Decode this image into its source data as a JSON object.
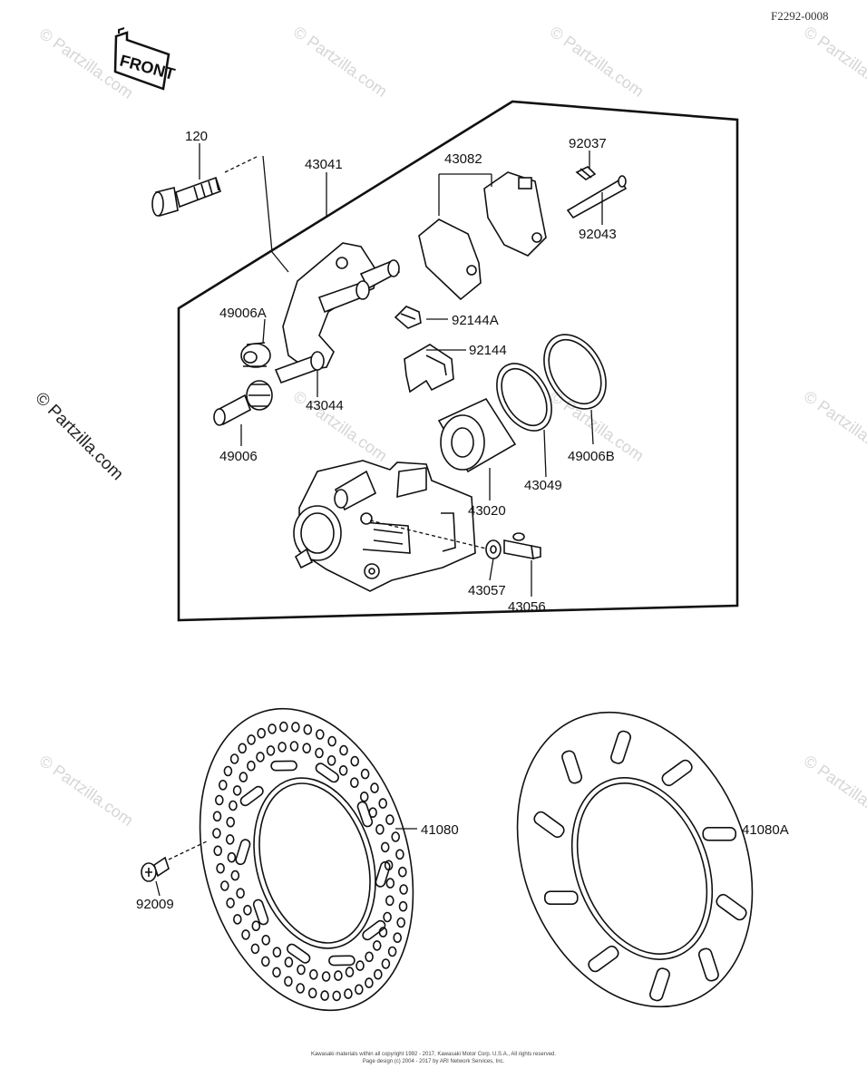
{
  "diagram": {
    "code": "F2292-0008",
    "front_label": "FRONT",
    "watermark": "© Partzilla.com",
    "labels": {
      "p120": "120",
      "p43041": "43041",
      "p43082": "43082",
      "p92037": "92037",
      "p92043": "92043",
      "p49006A": "49006A",
      "p92144A": "92144A",
      "p92144": "92144",
      "p43044": "43044",
      "p49006": "49006",
      "p49006B": "49006B",
      "p43049": "43049",
      "p43020": "43020",
      "p43057": "43057",
      "p43056": "43056",
      "p41080": "41080",
      "p92009": "92009",
      "p41080A": "41080A"
    },
    "footer": {
      "line1": "Kawasaki materials within all copyright 1992 - 2017, Kawasaki Motor Corp. U.S.A., All rights reserved.",
      "line2": "Page design (c) 2004 - 2017 by ARI Network Services, Inc."
    }
  }
}
